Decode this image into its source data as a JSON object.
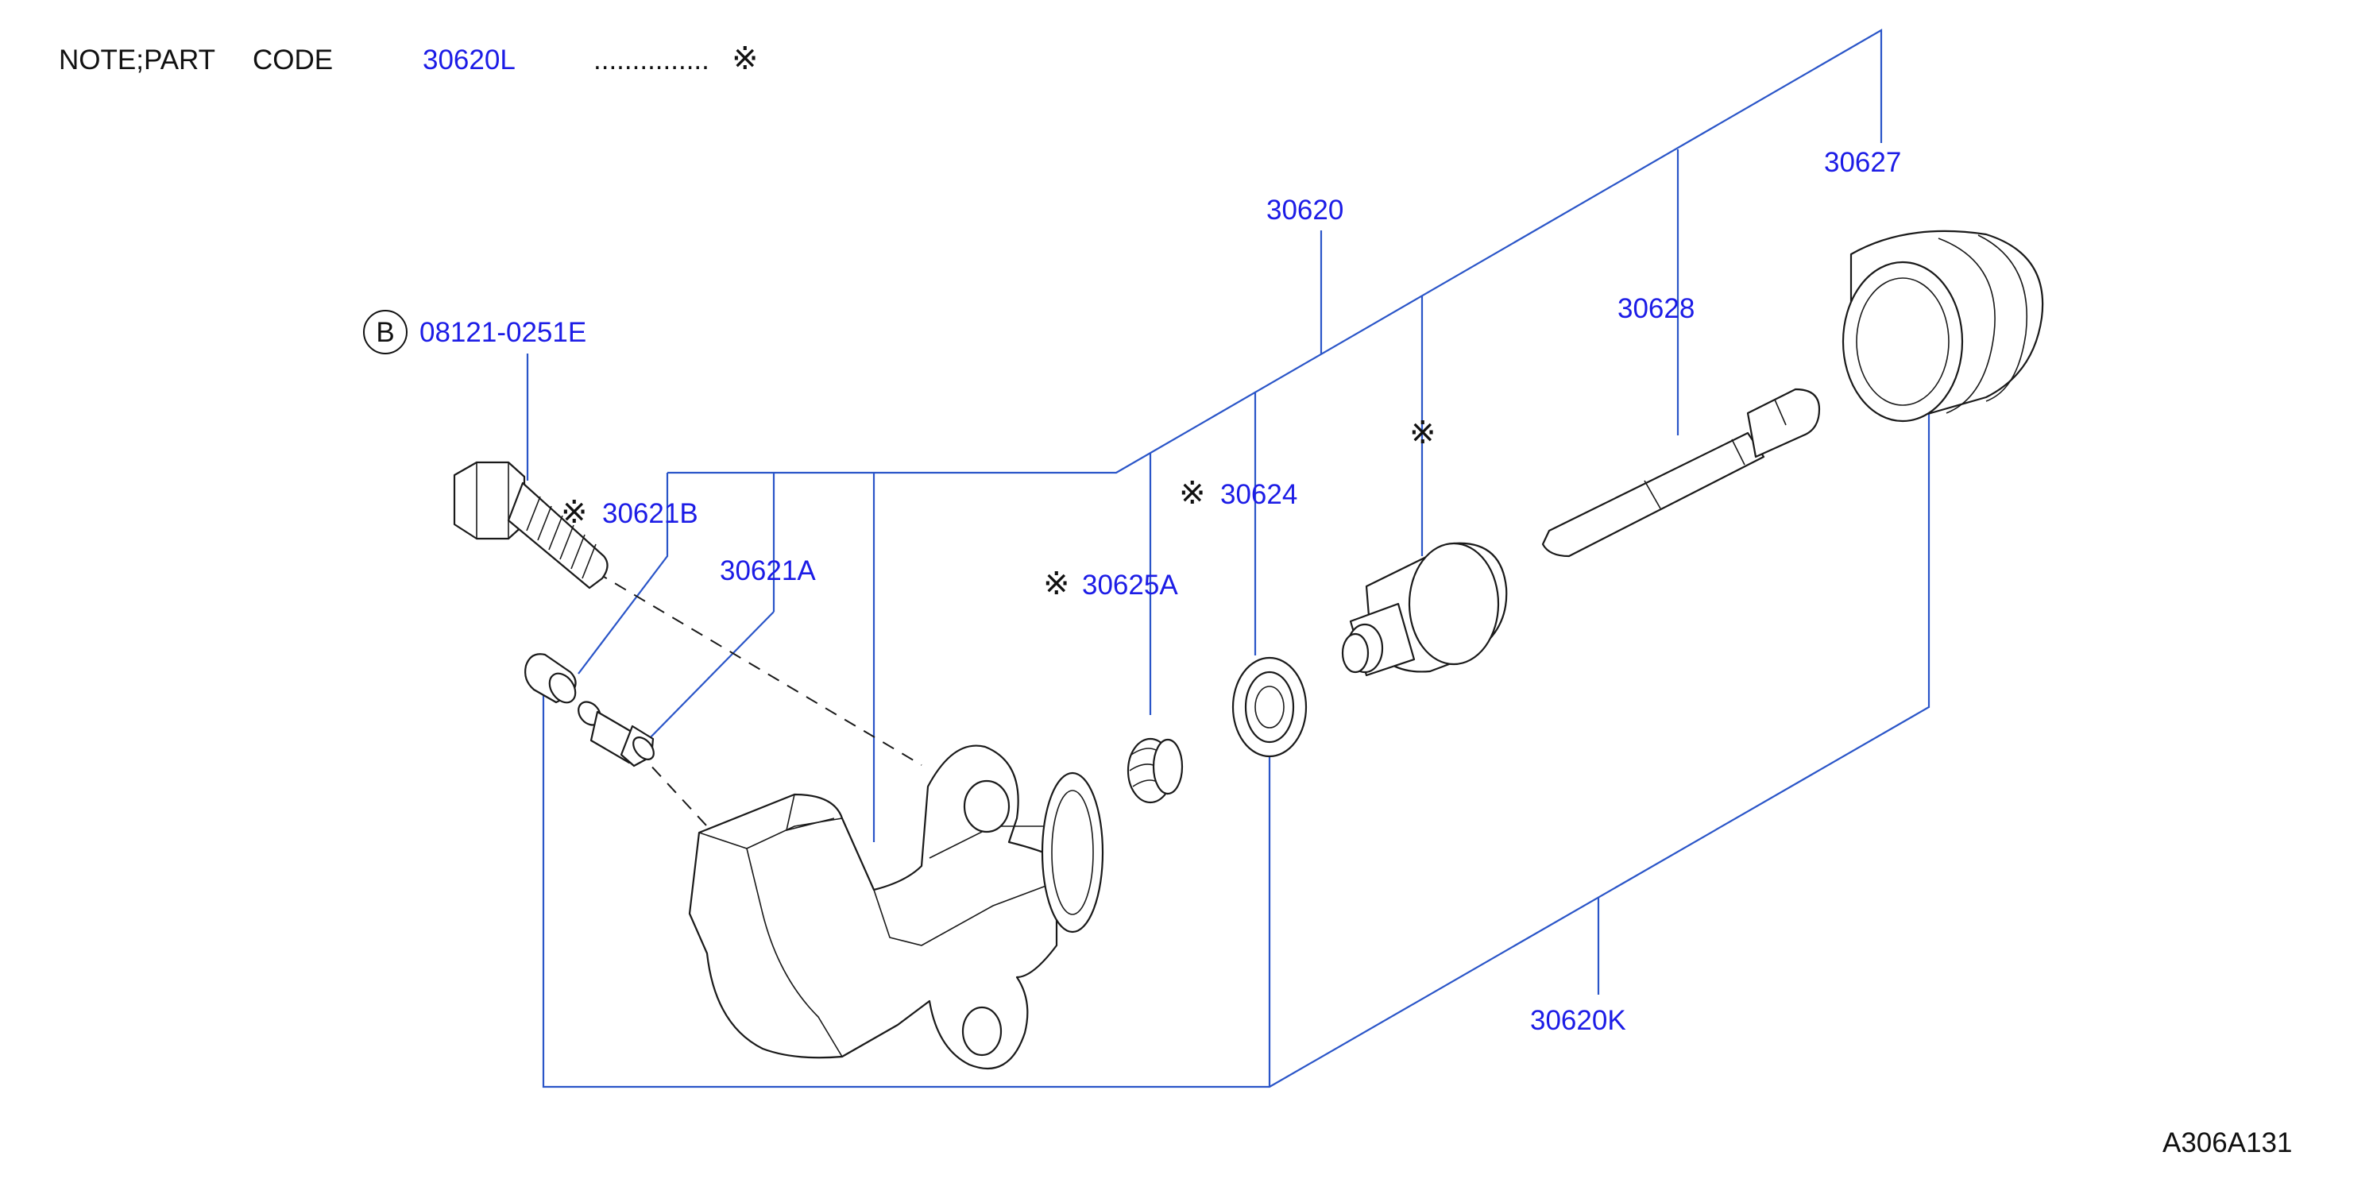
{
  "note": {
    "prefix": "NOTE;PART",
    "code_word": "CODE",
    "part_code": "30620L",
    "dots": "...............",
    "mark": "※"
  },
  "bolt_marker": "B",
  "parts": [
    {
      "id": "bolt",
      "label": "08121-0251E"
    },
    {
      "id": "bleeder-cap",
      "label": "30621B",
      "mark": "※"
    },
    {
      "id": "bleeder-screw",
      "label": "30621A"
    },
    {
      "id": "cylinder-assy",
      "label": "30620"
    },
    {
      "id": "spring",
      "label": "30625A",
      "mark": "※"
    },
    {
      "id": "cup",
      "label": "30624",
      "mark": "※"
    },
    {
      "id": "piston",
      "label": "",
      "mark": "※"
    },
    {
      "id": "push-rod",
      "label": "30628"
    },
    {
      "id": "dust-cover",
      "label": "30627"
    },
    {
      "id": "repair-kit",
      "label": "30620K"
    }
  ],
  "drawing_code": "A306A131",
  "colors": {
    "label_blue": "#1c1ce6",
    "leader_line": "#2a55c8",
    "text_black": "#111111"
  }
}
